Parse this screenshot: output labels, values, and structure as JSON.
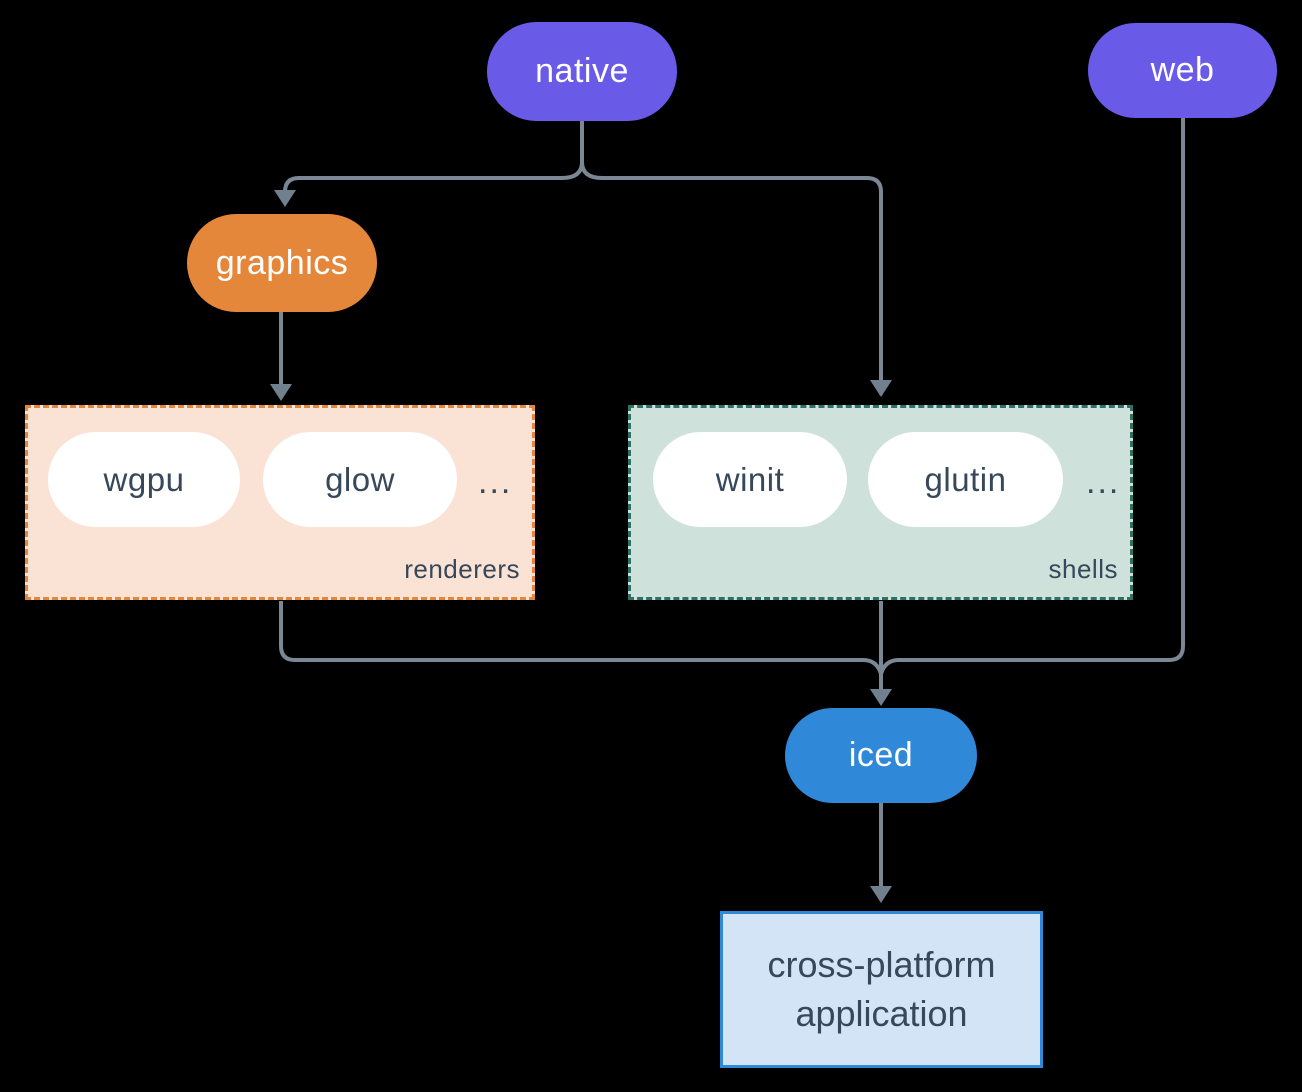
{
  "diagram": {
    "nodes": {
      "native": {
        "label": "native"
      },
      "web": {
        "label": "web"
      },
      "graphics": {
        "label": "graphics"
      },
      "iced": {
        "label": "iced"
      },
      "application": {
        "line1": "cross-platform",
        "line2": "application"
      }
    },
    "groups": {
      "renderers": {
        "label": "renderers",
        "items": [
          "wgpu",
          "glow"
        ],
        "ellipsis": "..."
      },
      "shells": {
        "label": "shells",
        "items": [
          "winit",
          "glutin"
        ],
        "ellipsis": "..."
      }
    },
    "colors": {
      "platform_pill": "#6a5ae8",
      "graphics_pill": "#e5873b",
      "iced_pill": "#2f88d8",
      "renderers_box_bg": "#fae3d5",
      "renderers_box_border": "#e5873b",
      "shells_box_bg": "#cfe1db",
      "shells_box_border": "#2e7265",
      "app_box_bg": "#d2e4f6",
      "app_box_border": "#2f88d8",
      "connector_line": "#7b8795",
      "dark_text": "#36485a",
      "background": "#000000"
    }
  }
}
